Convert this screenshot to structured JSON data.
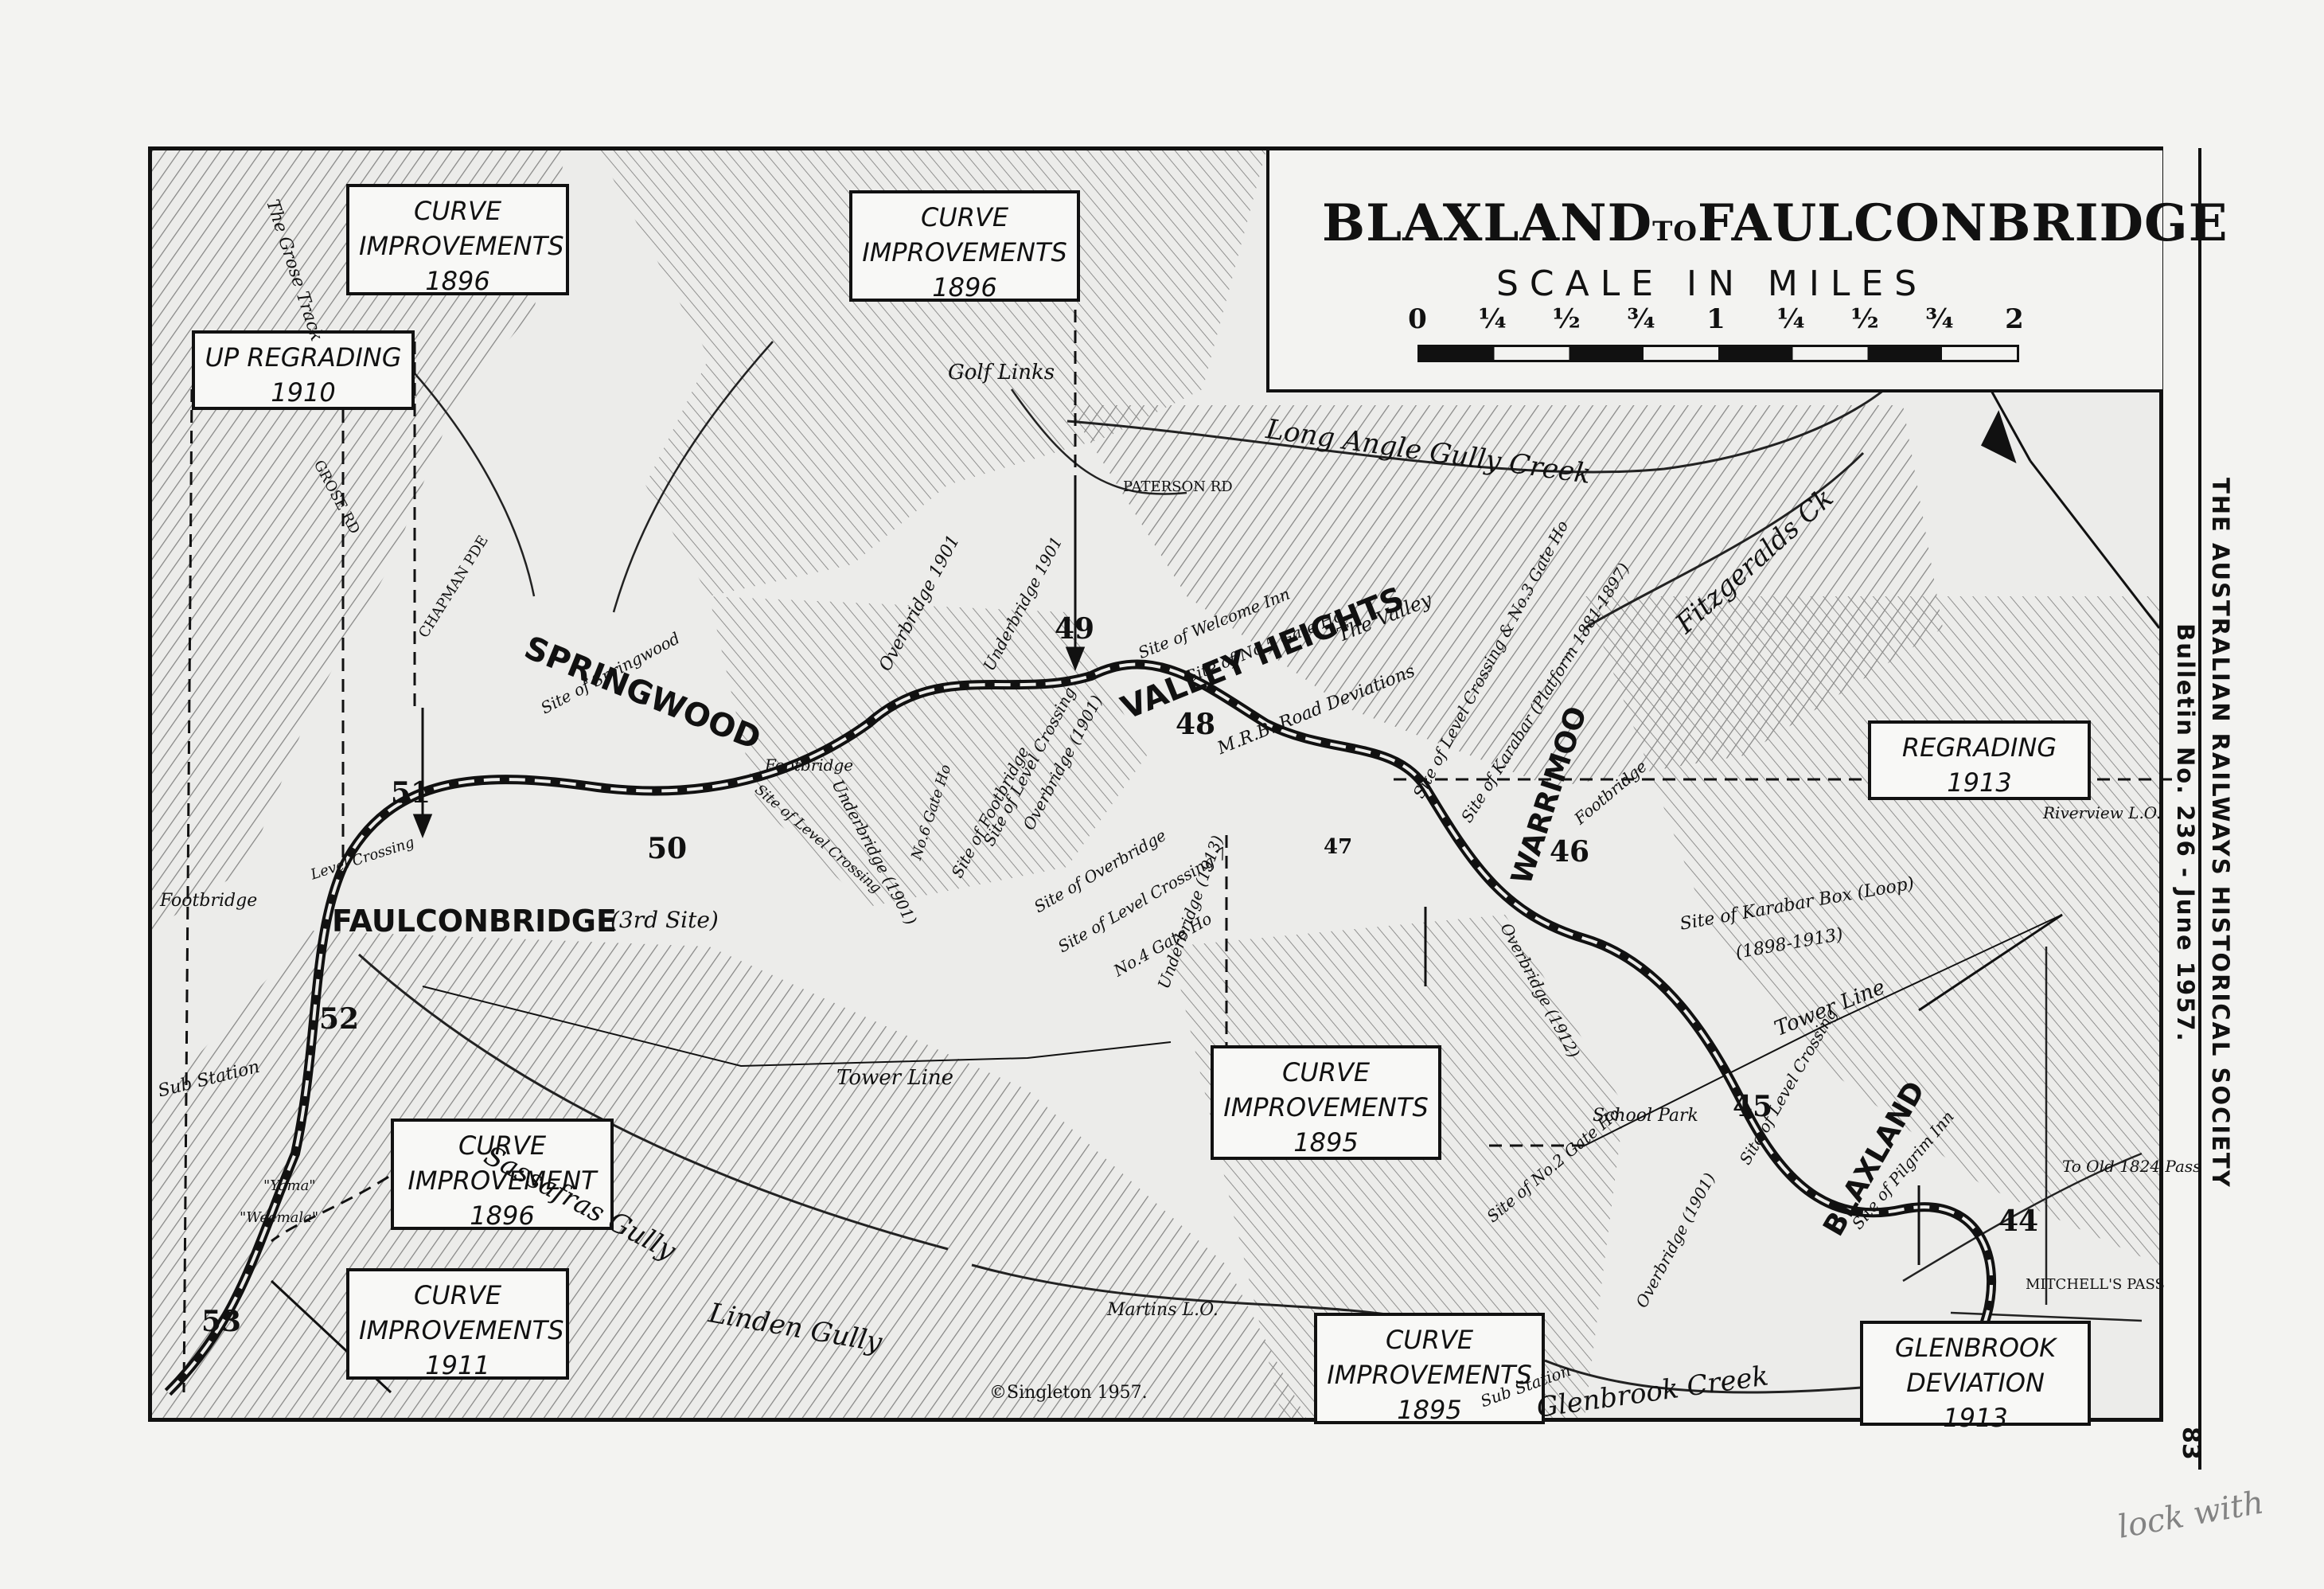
{
  "title": {
    "main_a": "BLAXLAND",
    "connector": "TO",
    "main_b": "FAULCONBRIDGE"
  },
  "scale": {
    "caption": "SCALE IN MILES",
    "ticks": [
      "0",
      "¼",
      "½",
      "¾",
      "1",
      "¼",
      "½",
      "¾",
      "2"
    ]
  },
  "boxes": [
    {
      "id": "curve-1896-a",
      "lines": [
        "CURVE",
        "IMPROVEMENTS",
        "1896"
      ]
    },
    {
      "id": "up-regrading-1910",
      "lines": [
        "UP REGRADING",
        "1910"
      ]
    },
    {
      "id": "curve-1896-b",
      "lines": [
        "CURVE",
        "IMPROVEMENTS",
        "1896"
      ]
    },
    {
      "id": "regrading-1913",
      "lines": [
        "REGRADING",
        "1913"
      ]
    },
    {
      "id": "curve-1895-a",
      "lines": [
        "CURVE",
        "IMPROVEMENTS",
        "1895"
      ]
    },
    {
      "id": "curve-improvement-1896",
      "lines": [
        "CURVE",
        "IMPROVEMENT",
        "1896"
      ]
    },
    {
      "id": "curve-1911",
      "lines": [
        "CURVE",
        "IMPROVEMENTS",
        "1911"
      ]
    },
    {
      "id": "curve-1895-b",
      "lines": [
        "CURVE",
        "IMPROVEMENTS",
        "1895"
      ]
    },
    {
      "id": "glenbrook-deviation-1913",
      "lines": [
        "GLENBROOK",
        "DEVIATION",
        "1913"
      ]
    }
  ],
  "towns": {
    "springwood": "SPRINGWOOD",
    "faulconbridge": "FAULCONBRIDGE",
    "faulconbridge_note": "(3rd Site)",
    "valley_heights": "VALLEY HEIGHTS",
    "warrimoo": "WARRIMOO",
    "blaxland": "BLAXLAND"
  },
  "places": {
    "long_angle_gully_creek": "Long Angle Gully Creek",
    "fitzgeralds_ck": "Fitzgeralds Ck",
    "golf_links": "Golf Links",
    "paterson_rd": "PATERSON RD",
    "chapman_pde": "CHAPMAN PDE",
    "grose_rd": "GROSE RD",
    "grose_track": "The Grose Track",
    "sassafras_gully": "Sassafras Gully",
    "linden_gully": "Linden Gully",
    "glenbrook_creek": "Glenbrook Creek",
    "tower_line_a": "Tower Line",
    "tower_line_b": "Tower Line",
    "martins_lo": "Martins L.O.",
    "riverview_lo": "Riverview L.O.",
    "old_1824_pass": "To Old 1824 Pass",
    "mitchells_pass": "MITCHELL'S PASS",
    "sub_station_a": "Sub Station",
    "sub_station_b": "Sub Station",
    "school_park": "School Park",
    "footbridge_a": "Footbridge",
    "footbridge_b": "Footbridge",
    "footbridge_c": "Footbridge",
    "level_crossing": "Level Crossing",
    "site_of_springwood": "Site of Springwood",
    "site_no5_gate_ho": "Site of No.5 Gate Ho",
    "the_valley": "The Valley",
    "site_welcome_inn": "Site of Welcome Inn",
    "mrb_road_deviations": "M.R.B. Road Deviations",
    "overbridge_1901": "Overbridge 1901",
    "underbridge_1901_a": "Underbridge 1901",
    "underbridge_1901_b": "Underbridge (1901)",
    "underbridge_1913": "Underbridge (1913)",
    "overbridge_1901_b": "Overbridge (1901)",
    "site_of_overbridge": "Site of Overbridge",
    "site_level_crossing_7": "Site of Level Crossing 7",
    "no4_gate_ho": "No.4 Gate Ho",
    "site_level_crossing_no3": "Site of Level Crossing & No.3 Gate Ho",
    "site_karabar_platform": "Site of Karabar (Platform 1881-1897)",
    "site_karabar_box": "Site of Karabar Box (Loop)",
    "karabar_box_years": "(1898-1913)",
    "site_no2_gate_ho": "Site of No.2 Gate Ho",
    "site_level_crossing": "Site of Level Crossing",
    "site_pilgrim_inn": "Site of Pilgrim Inn",
    "overbridge_1901_c": "Overbridge (1901)",
    "underbridge_1912": "Overbridge (1912)",
    "no6_gate_ho": "No.6 Gate Ho",
    "site_footbridge": "Site of Footbridge",
    "site_level_crossing_b": "Site of Level Crossing",
    "site_of_level_crossing_c": "Site of Level Crossing",
    "yama": "\"Yama\"",
    "weemala": "\"Weemala\""
  },
  "mileposts": [
    "51",
    "50",
    "49",
    "48",
    "47",
    "46",
    "45",
    "44",
    "52",
    "53"
  ],
  "credit": "©Singleton 1957.",
  "side_caption": {
    "line1": "THE AUSTRALIAN RAILWAYS HISTORICAL SOCIETY",
    "line2": "Bulletin No. 236 - June 1957."
  },
  "page_number": "83",
  "handwriting": "lock with"
}
